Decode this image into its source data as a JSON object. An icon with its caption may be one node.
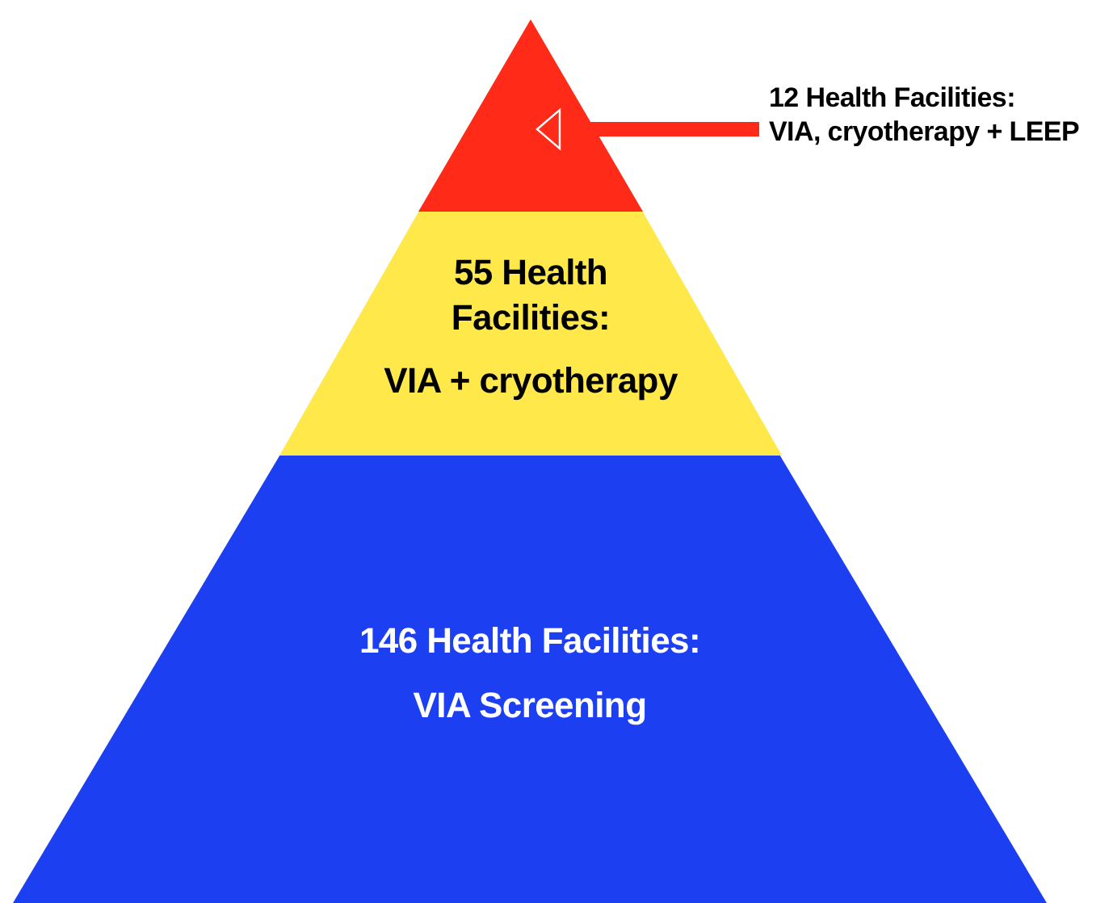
{
  "diagram": {
    "nodes": [
      {
        "text": [],
        "shape": "triangle"
      },
      {
        "text": [
          "12 Health Facilities:",
          "VIA, cryotherapy + LEEP"
        ]
      },
      {
        "text": [
          "55 Health Facilities:",
          "VIA + cryotherapy"
        ]
      },
      {
        "text": [
          "146 Health Facilities:",
          "VIA Screening"
        ]
      }
    ],
    "edges": [
      {
        "from": 1,
        "to": 0,
        "arrow": "to",
        "color": "#ff2a17"
      }
    ]
  }
}
